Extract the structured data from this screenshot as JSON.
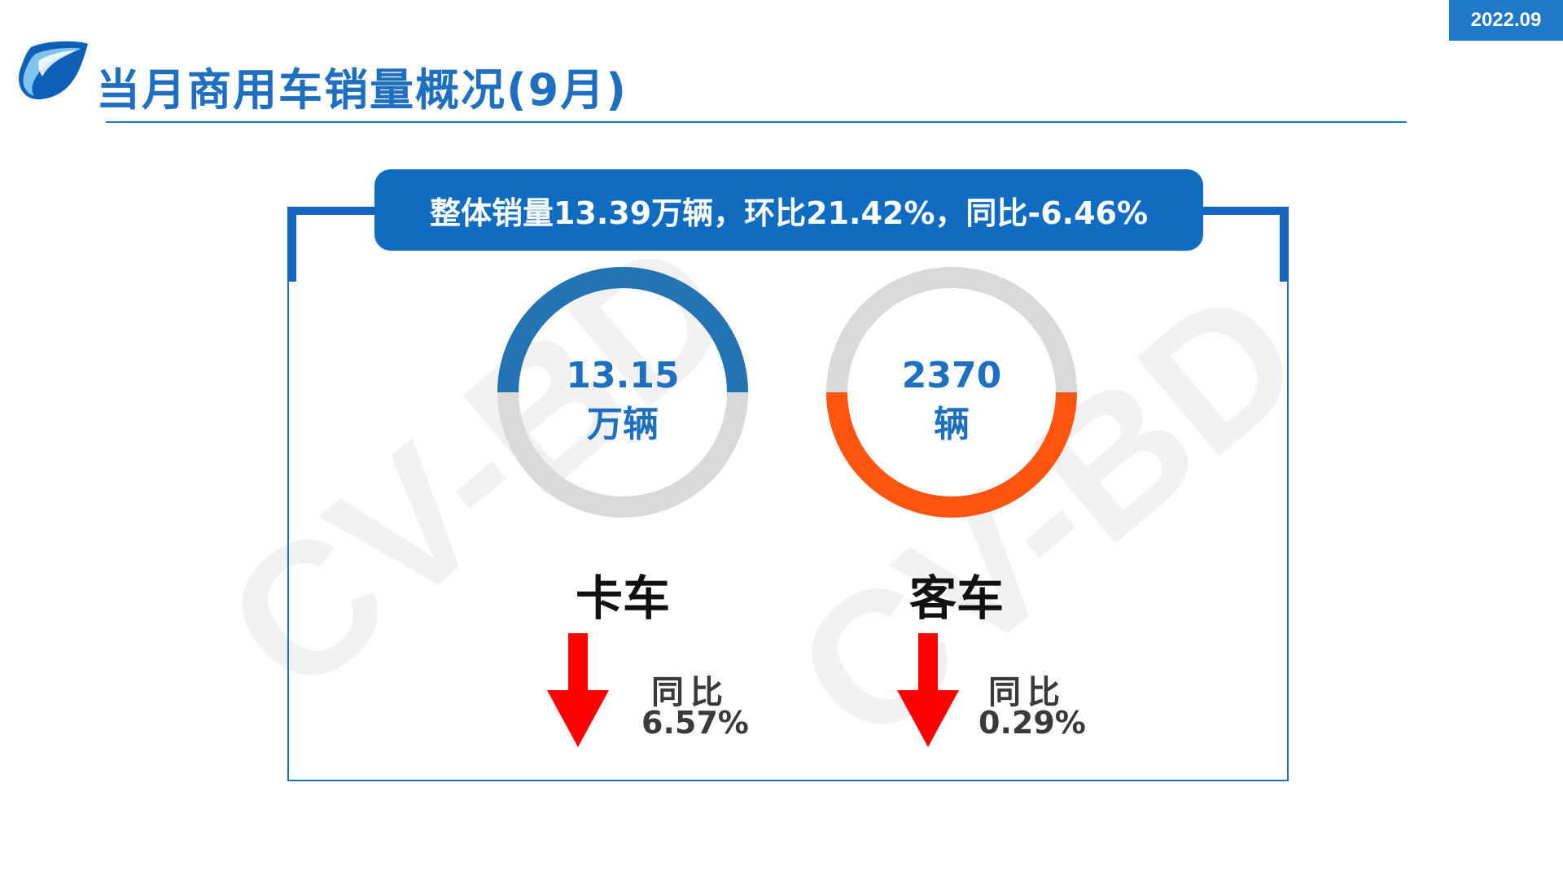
{
  "header": {
    "date_badge": "2022.09",
    "title": "当月商用车销量概况(9月)"
  },
  "summary": {
    "text": "整体销量13.39万辆，环比21.42%，同比-6.46%"
  },
  "watermark": "CV-BD",
  "colors": {
    "brand_blue": "#1f6fc1",
    "truck_ring": "#2473b5",
    "bus_ring": "#ff5511",
    "ring_track": "#d9d9d9",
    "arrow_red": "#ff0000"
  },
  "categories": [
    {
      "name": "卡车",
      "value": "13.15",
      "unit": "万辆",
      "yoy_label": "同比",
      "yoy_value": "6.57%",
      "trend_icon": "arrow-down-icon",
      "ring_fill": 0.5
    },
    {
      "name": "客车",
      "value": "2370",
      "unit": "辆",
      "yoy_label": "同比",
      "yoy_value": "0.29%",
      "trend_icon": "arrow-down-icon",
      "ring_fill": 0.5
    }
  ]
}
